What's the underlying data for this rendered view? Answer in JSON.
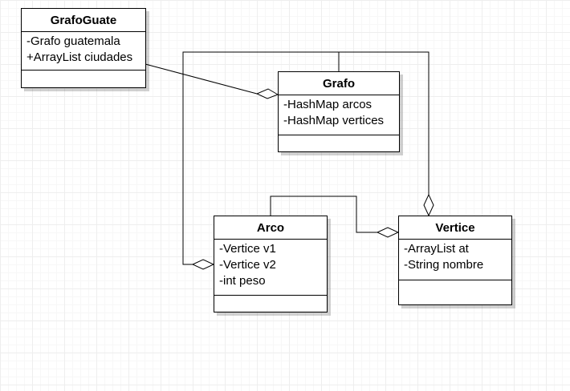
{
  "classes": {
    "grafoguate": {
      "name": "GrafoGuate",
      "attributes": [
        "-Grafo guatemala",
        "+ArrayList ciudades"
      ]
    },
    "grafo": {
      "name": "Grafo",
      "attributes": [
        "-HashMap arcos",
        "-HashMap vertices"
      ]
    },
    "arco": {
      "name": "Arco",
      "attributes": [
        "-Vertice v1",
        "-Vertice v2",
        "-int peso"
      ]
    },
    "vertice": {
      "name": "Vertice",
      "attributes": [
        "-ArrayList at",
        "-String nombre"
      ]
    }
  },
  "relations": [
    {
      "from": "GrafoGuate",
      "to": "Grafo",
      "kind": "aggregation"
    },
    {
      "from": "Grafo",
      "to": "Arco",
      "kind": "aggregation"
    },
    {
      "from": "Grafo",
      "to": "Vertice",
      "kind": "aggregation"
    },
    {
      "from": "Arco",
      "to": "Vertice",
      "kind": "aggregation"
    }
  ]
}
